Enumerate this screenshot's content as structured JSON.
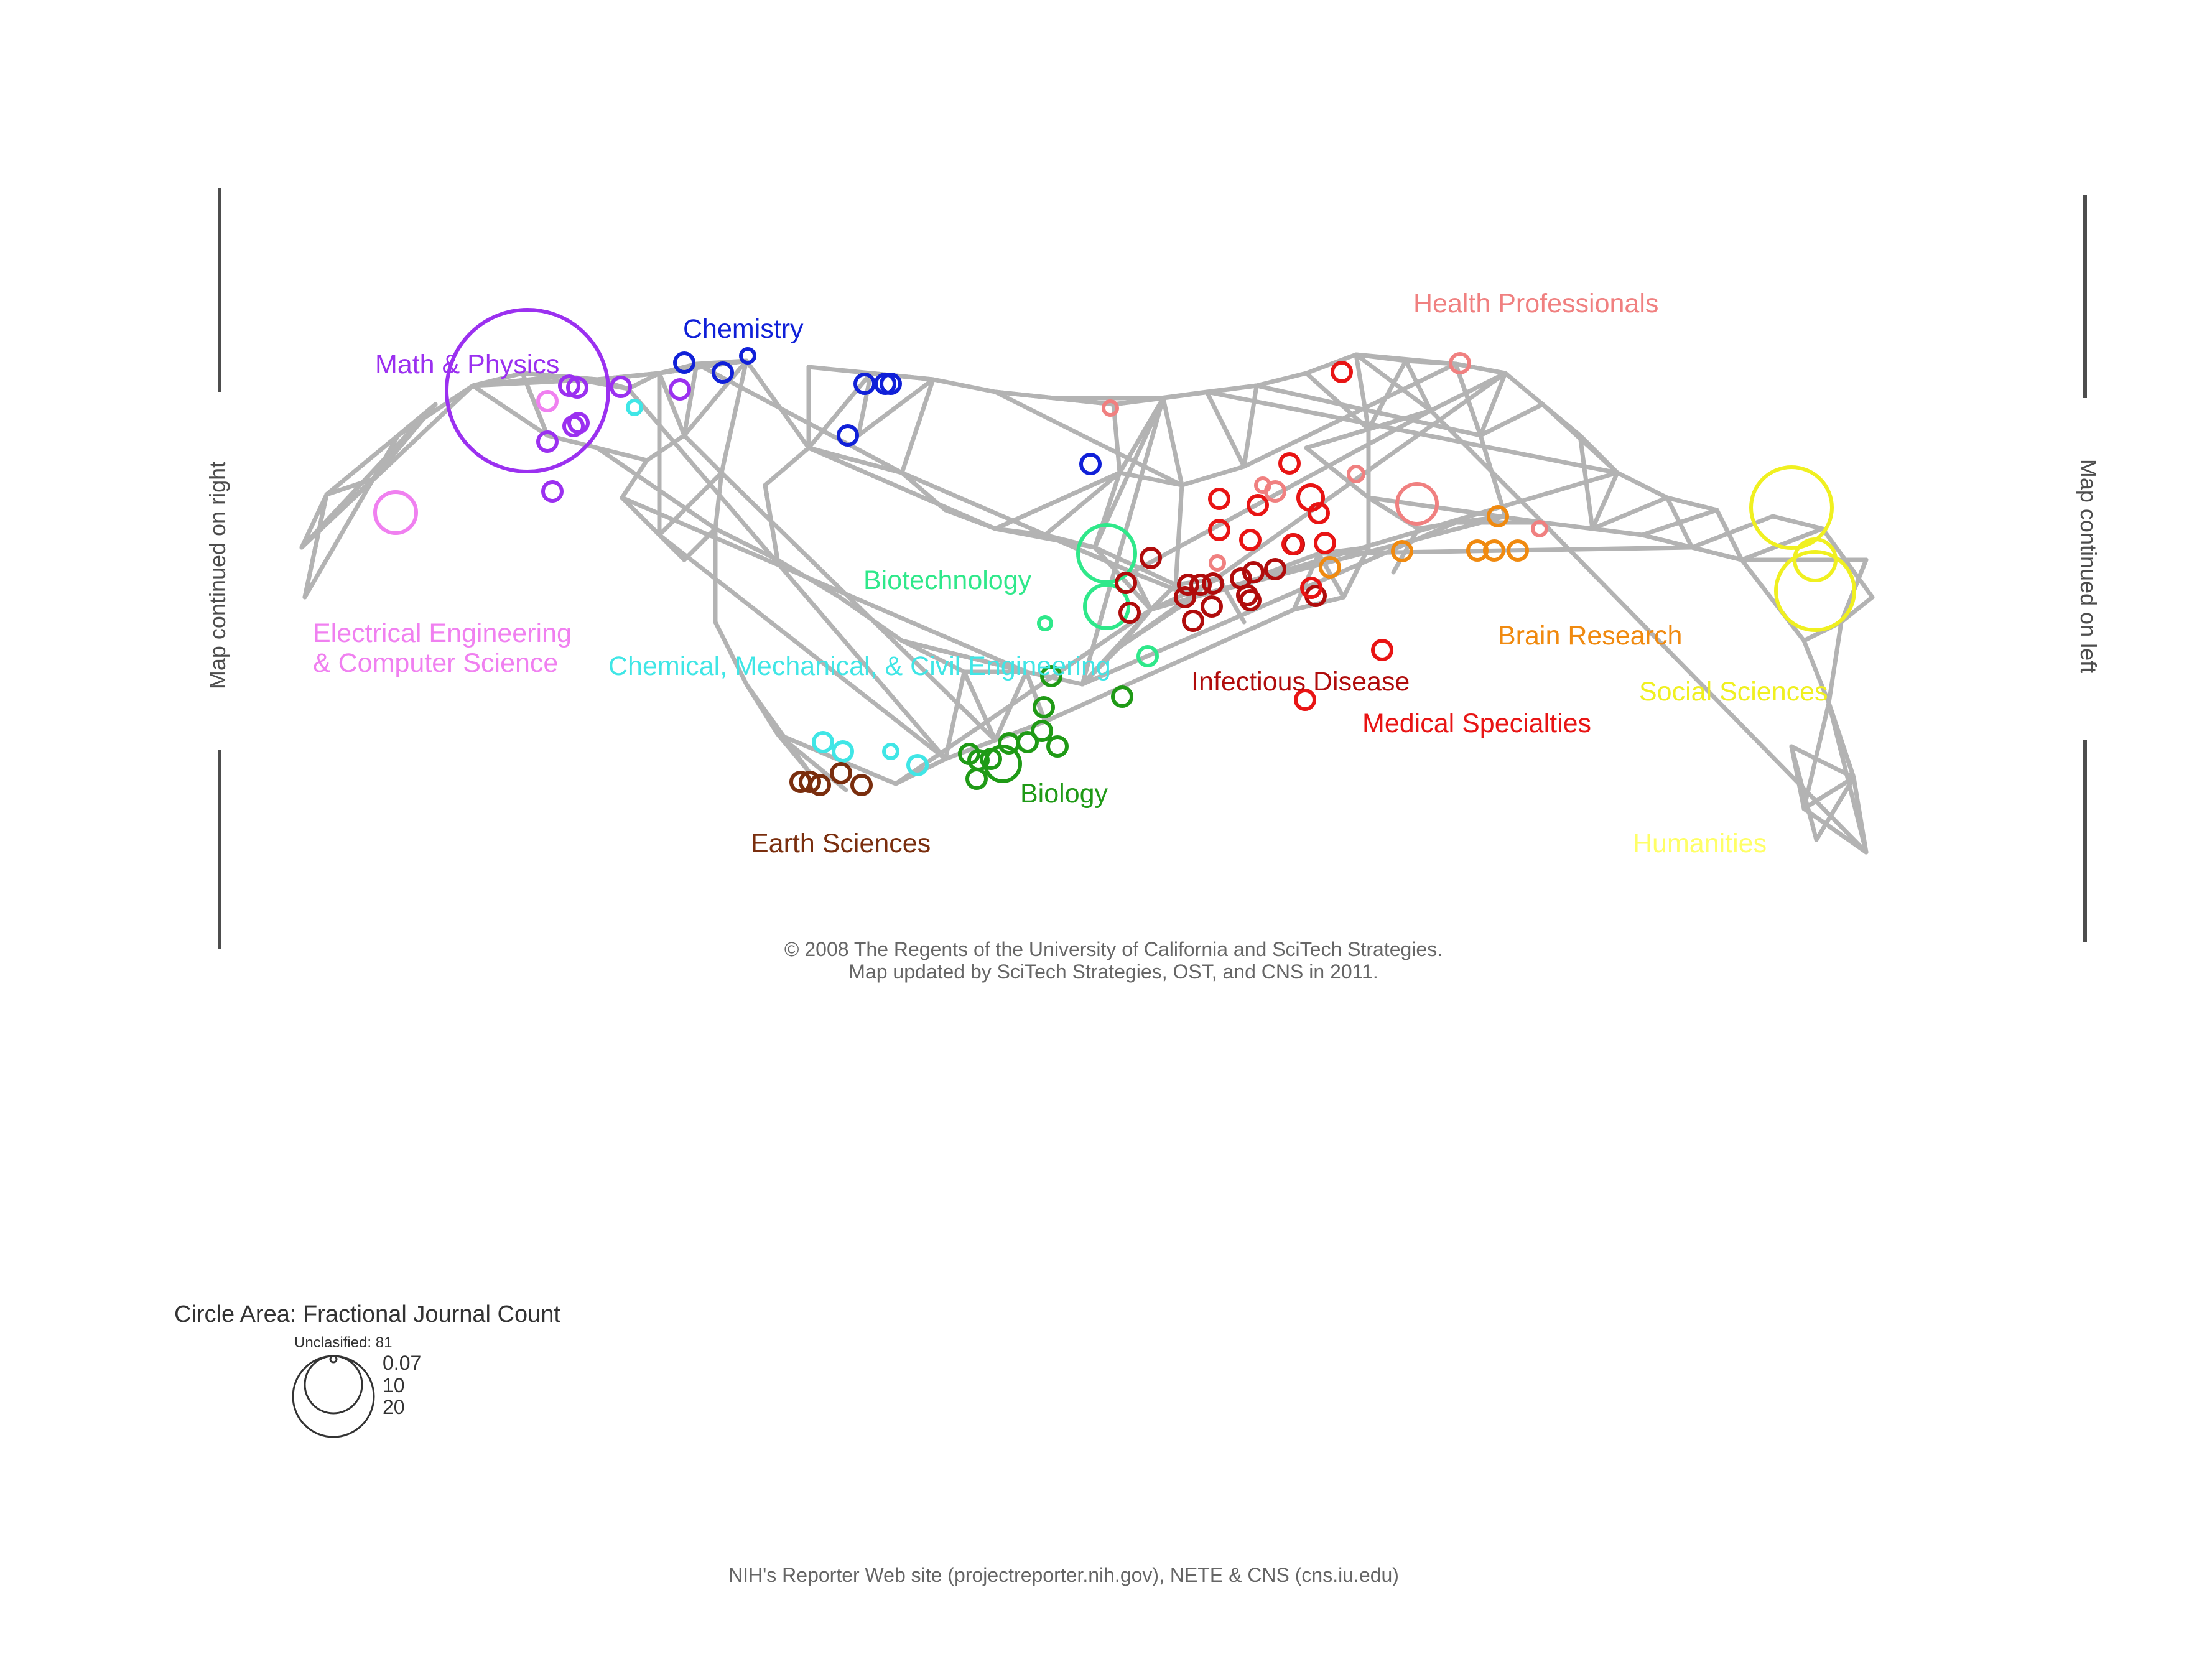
{
  "colors": {
    "edge": "#b3b3b3",
    "side_bar": "#4d4d4d",
    "note": "#666666",
    "legend": "#333333",
    "math_physics": "#9b30f0",
    "eecs": "#f080f0",
    "chemistry": "#1020d8",
    "chem_mech_civil": "#40e6e6",
    "earth_sciences": "#7a2e0e",
    "biology": "#1f9a16",
    "biotechnology": "#2fe88a",
    "infectious_disease": "#b00c0c",
    "medical_specialties": "#e81414",
    "health_professionals": "#f08080",
    "brain_research": "#f08a10",
    "social_sciences": "#f0f020",
    "humanities": "#ffff66"
  },
  "side_labels": {
    "left": "Map continued on right",
    "right": "Map continued on left"
  },
  "discipline_labels": {
    "math_physics": "Math & Physics",
    "chemistry": "Chemistry",
    "eecs_line1": "Electrical Engineering",
    "eecs_line2": "& Computer Science",
    "chem_mech_civil": "Chemical, Mechanical, & Civil Engineering",
    "biotechnology": "Biotechnology",
    "earth_sciences": "Earth Sciences",
    "biology": "Biology",
    "health_professionals": "Health Professionals",
    "infectious_disease": "Infectious Disease",
    "medical_specialties": "Medical Specialties",
    "brain_research": "Brain Research",
    "social_sciences": "Social Sciences",
    "humanities": "Humanities"
  },
  "copyright": {
    "line1": "© 2008  The Regents of the University of California and SciTech Strategies.",
    "line2": "Map updated  by SciTech Strategies, OST, and CNS in 2011."
  },
  "legend": {
    "title": "Circle Area: Fractional Journal Count",
    "unclassified": "Unclasified: 81",
    "values": [
      "0.07",
      "10",
      "20"
    ]
  },
  "source": "NIH's Reporter Web site (projectreporter.nih.gov), NETE & CNS (cns.iu.edu)"
}
